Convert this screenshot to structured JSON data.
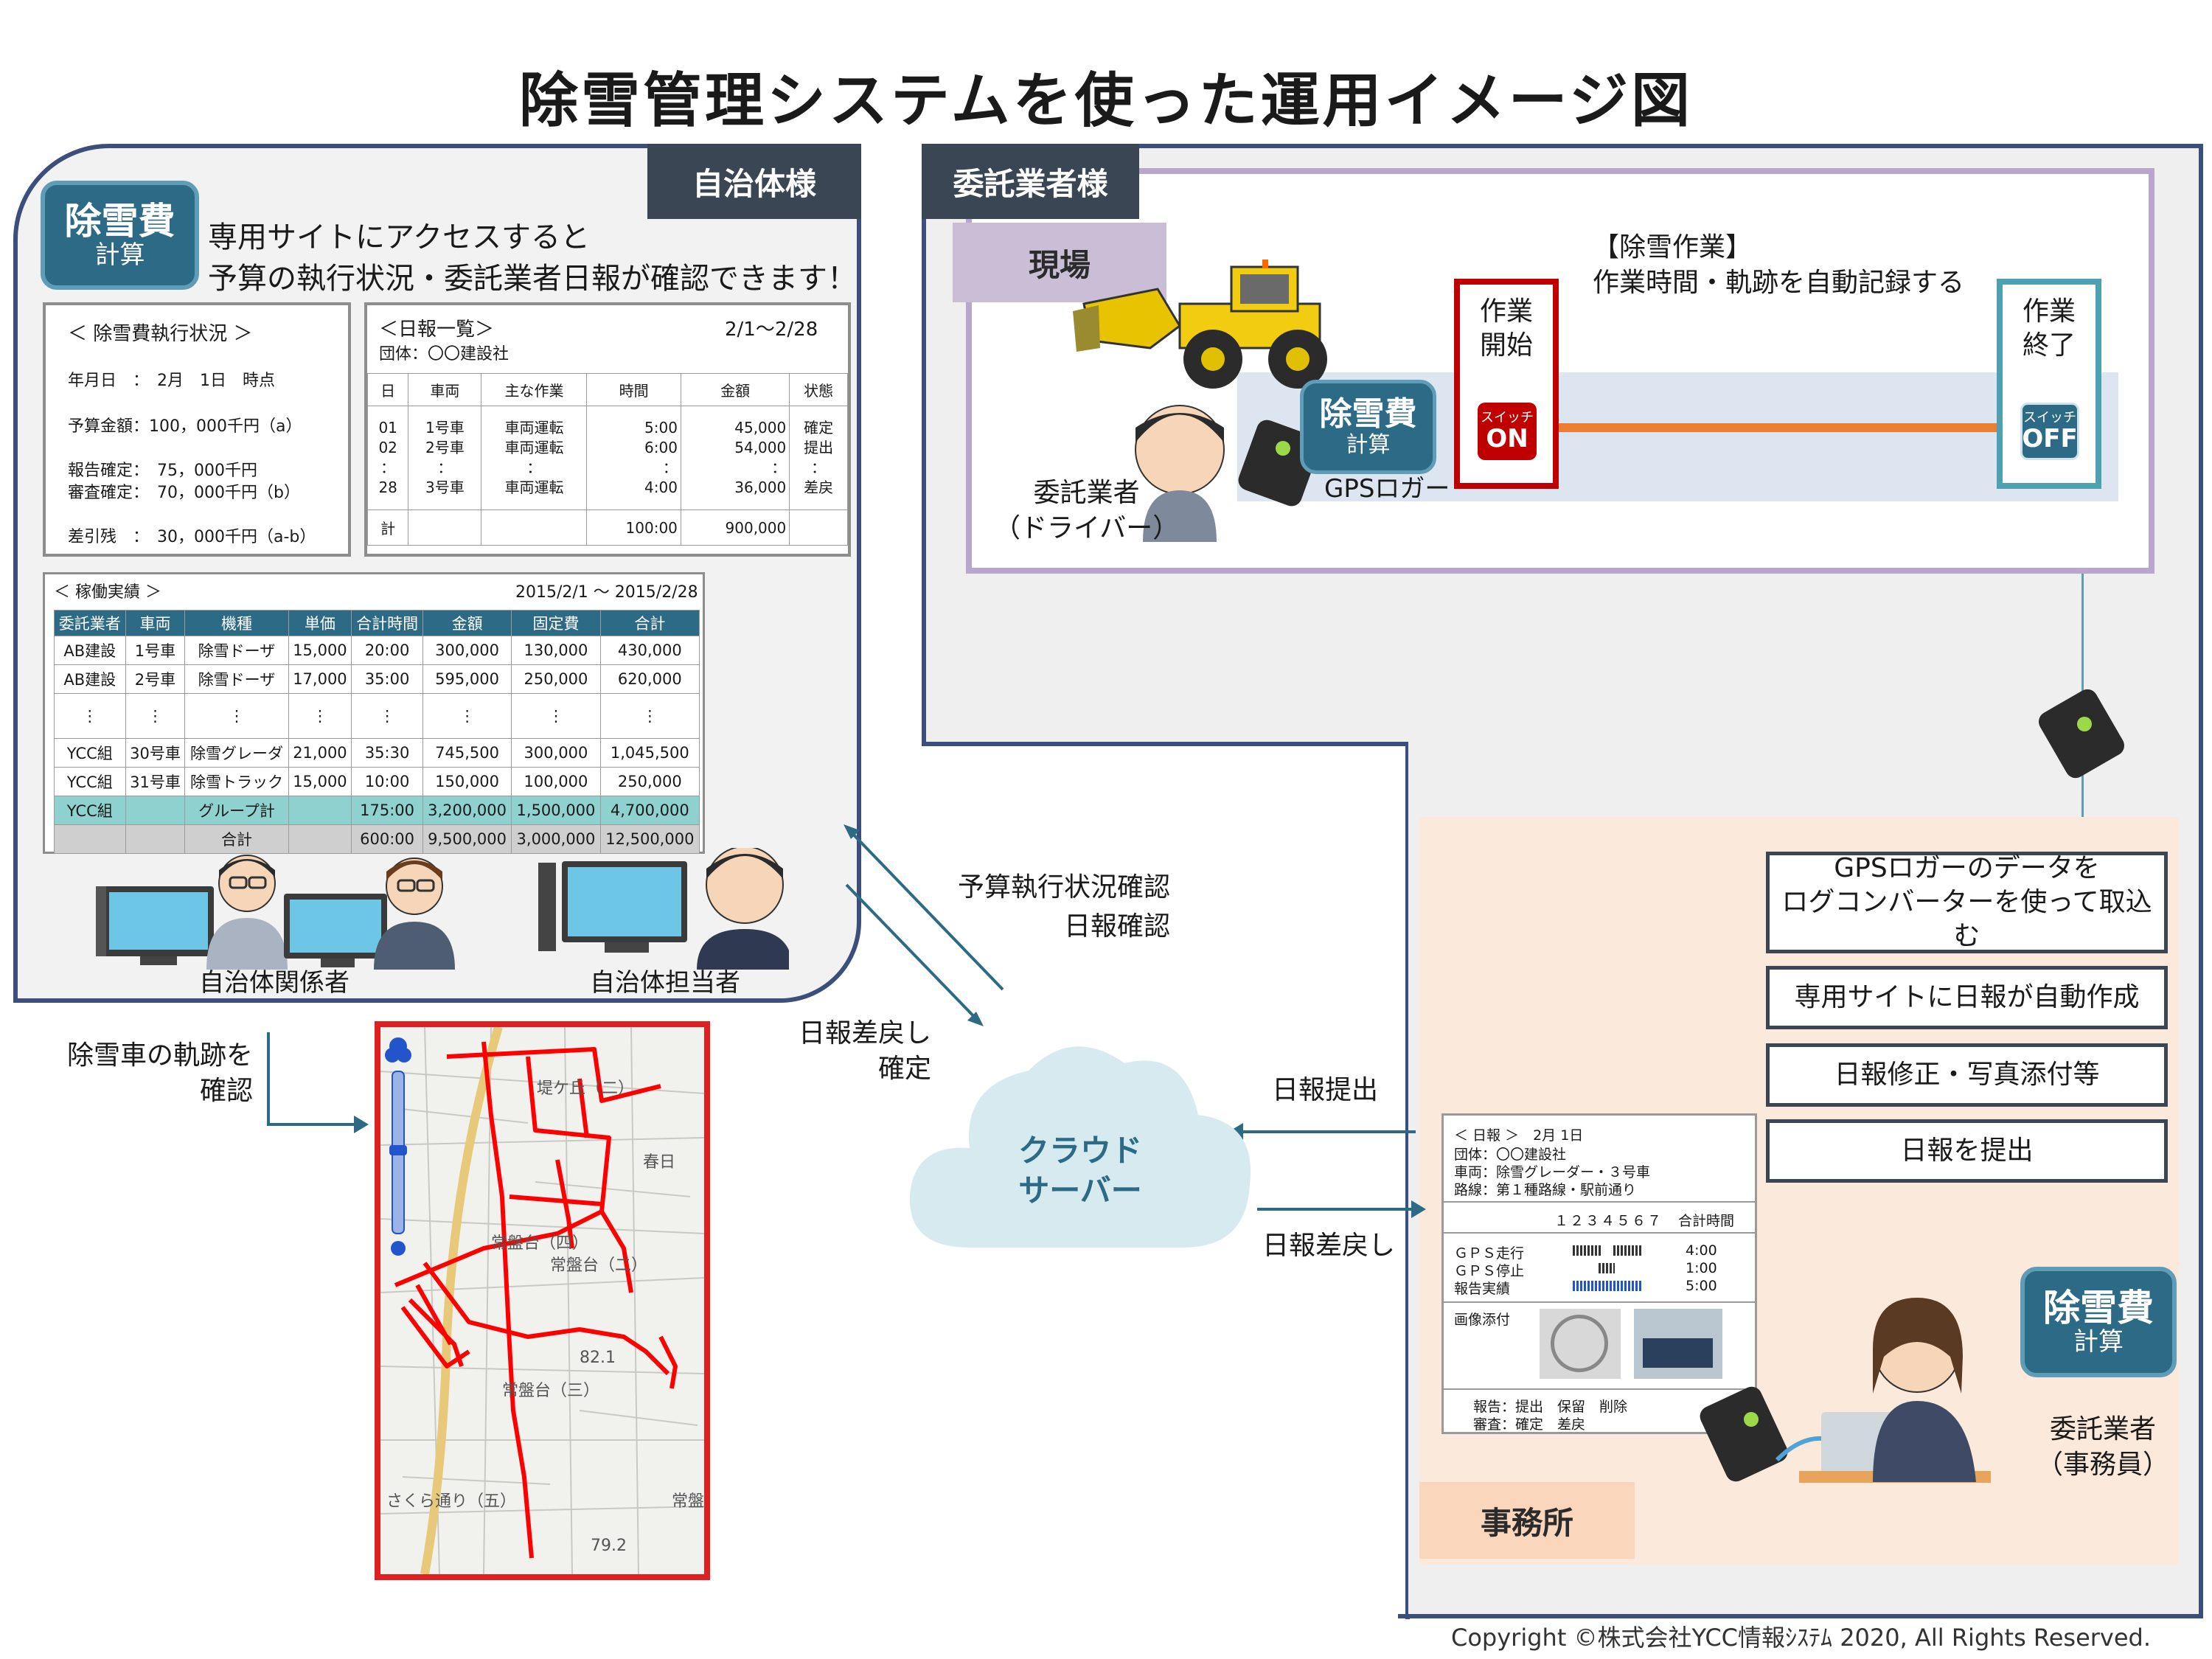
{
  "title": "除雪管理システムを使った運用イメージ図",
  "left_panel": {
    "tab": "自治体様",
    "badge": {
      "line1": "除雪費",
      "line2": "計算"
    },
    "intro": [
      "専用サイトにアクセスすると",
      "予算の執行状況・委託業者日報が確認できます！"
    ],
    "budget": {
      "title": "＜ 除雪費執行状況 ＞",
      "rows": [
        "年月日　：　2月　1日　時点",
        "予算金額：100，000千円（a）",
        "報告確定：　75，000千円",
        "審査確定：　70，000千円（b）",
        "差引残　：　30，000千円（a-b）"
      ]
    },
    "daily_list": {
      "title": "＜日報一覧＞",
      "range": "2/1～2/28",
      "group": "団体：〇〇建設社",
      "headers": [
        "日",
        "車両",
        "主な作業",
        "時間",
        "金額",
        "状態"
      ],
      "rows": [
        [
          "01",
          "1号車",
          "車両運転",
          "5:00",
          "45,000",
          "確定"
        ],
        [
          "02",
          "2号車",
          "車両運転",
          "6:00",
          "54,000",
          "提出"
        ],
        [
          "：",
          "：",
          "：",
          "：",
          "：",
          "："
        ],
        [
          "28",
          "3号車",
          "車両運転",
          "4:00",
          "36,000",
          "差戻"
        ]
      ],
      "total_row": [
        "計",
        "",
        "",
        "100:00",
        "900,000",
        ""
      ]
    },
    "operations": {
      "title": "＜ 稼働実績 ＞",
      "range": "2015/2/1 ～ 2015/2/28",
      "headers": [
        "委託業者",
        "車両",
        "機種",
        "単価",
        "合計時間",
        "金額",
        "固定費",
        "合計"
      ],
      "rows": [
        [
          "AB建設",
          "1号車",
          "除雪ドーザ",
          "15,000",
          "20:00",
          "300,000",
          "130,000",
          "430,000"
        ],
        [
          "AB建設",
          "2号車",
          "除雪ドーザ",
          "17,000",
          "35:00",
          "595,000",
          "250,000",
          "620,000"
        ],
        [
          "⋮",
          "⋮",
          "⋮",
          "⋮",
          "⋮",
          "⋮",
          "⋮",
          "⋮"
        ],
        [
          "YCC組",
          "30号車",
          "除雪グレーダ",
          "21,000",
          "35:30",
          "745,500",
          "300,000",
          "1,045,500"
        ],
        [
          "YCC組",
          "31号車",
          "除雪トラック",
          "15,000",
          "10:00",
          "150,000",
          "100,000",
          "250,000"
        ]
      ],
      "group_row": [
        "YCC組",
        "",
        "グループ計",
        "",
        "175:00",
        "3,200,000",
        "1,500,000",
        "4,700,000"
      ],
      "total_row": [
        "",
        "",
        "合計",
        "",
        "600:00",
        "9,500,000",
        "3,000,000",
        "12,500,000"
      ]
    },
    "people": {
      "related": "自治体関係者",
      "staff": "自治体担当者"
    }
  },
  "map_caption": [
    "除雪車の軌跡を",
    "確認"
  ],
  "map_labels": [
    "堤ケ丘（二）",
    "春日",
    "常盤台（四）",
    "常盤台（三）",
    "常盤台（二）",
    "常盤台（一）",
    "さくら通り（五）",
    "82.1",
    "79.2"
  ],
  "right_panel": {
    "tab": "委託業者様",
    "site_tab": "現場",
    "work_header": [
      "【除雪作業】",
      "作業時間・軌跡を自動記録する"
    ],
    "start_box": {
      "label": [
        "作業",
        "開始"
      ],
      "switch_small": "スイッチ",
      "switch_big": "ON"
    },
    "end_box": {
      "label": [
        "作業",
        "終了"
      ],
      "switch_small": "スイッチ",
      "switch_big": "OFF"
    },
    "badge": {
      "line1": "除雪費",
      "line2": "計算"
    },
    "gps_label": "GPSロガー",
    "driver": [
      "委託業者",
      "（ドライバー）"
    ],
    "office_tab": "事務所",
    "steps": [
      "GPSロガーのデータを\nログコンバーターを使って取込む",
      "専用サイトに日報が自動作成",
      "日報修正・写真添付等",
      "日報を提出"
    ],
    "office_badge": {
      "line1": "除雪費",
      "line2": "計算"
    },
    "clerk": [
      "委託業者",
      "（事務員）"
    ],
    "report": {
      "title": "＜ 日報 ＞　2月 1日",
      "group": "団体：〇〇建設社",
      "vehicle": "車両：除雪グレーダー・３号車",
      "route": "路線：第１種路線・駅前通り",
      "hours": "１２３４５６７",
      "total_label": "合計時間",
      "rows": [
        "ＧＰＳ走行",
        "ＧＰＳ停止",
        "報告実績"
      ],
      "values": [
        "4:00",
        "1:00",
        "5:00"
      ],
      "photo": "画像添付",
      "report_line": "報告：提出　保留　削除",
      "review_line": "審査：確定　差戻"
    }
  },
  "flows": {
    "budget_check": "予算執行状況確認",
    "daily_check": "日報確認",
    "return_confirm": [
      "日報差戻し",
      "確定"
    ],
    "submit": "日報提出",
    "return": "日報差戻し"
  },
  "cloud": [
    "クラウド",
    "サーバー"
  ],
  "copyright": "Copyright ©株式会社YCC情報ｼｽﾃﾑ 2020, All Rights Reserved.",
  "colors": {
    "navy": "#3c4e7c",
    "teal": "#2c6a86",
    "red": "#c00000",
    "orange": "#ed7d31",
    "lavender": "#b9a6cc",
    "peach": "#fbe9db"
  }
}
